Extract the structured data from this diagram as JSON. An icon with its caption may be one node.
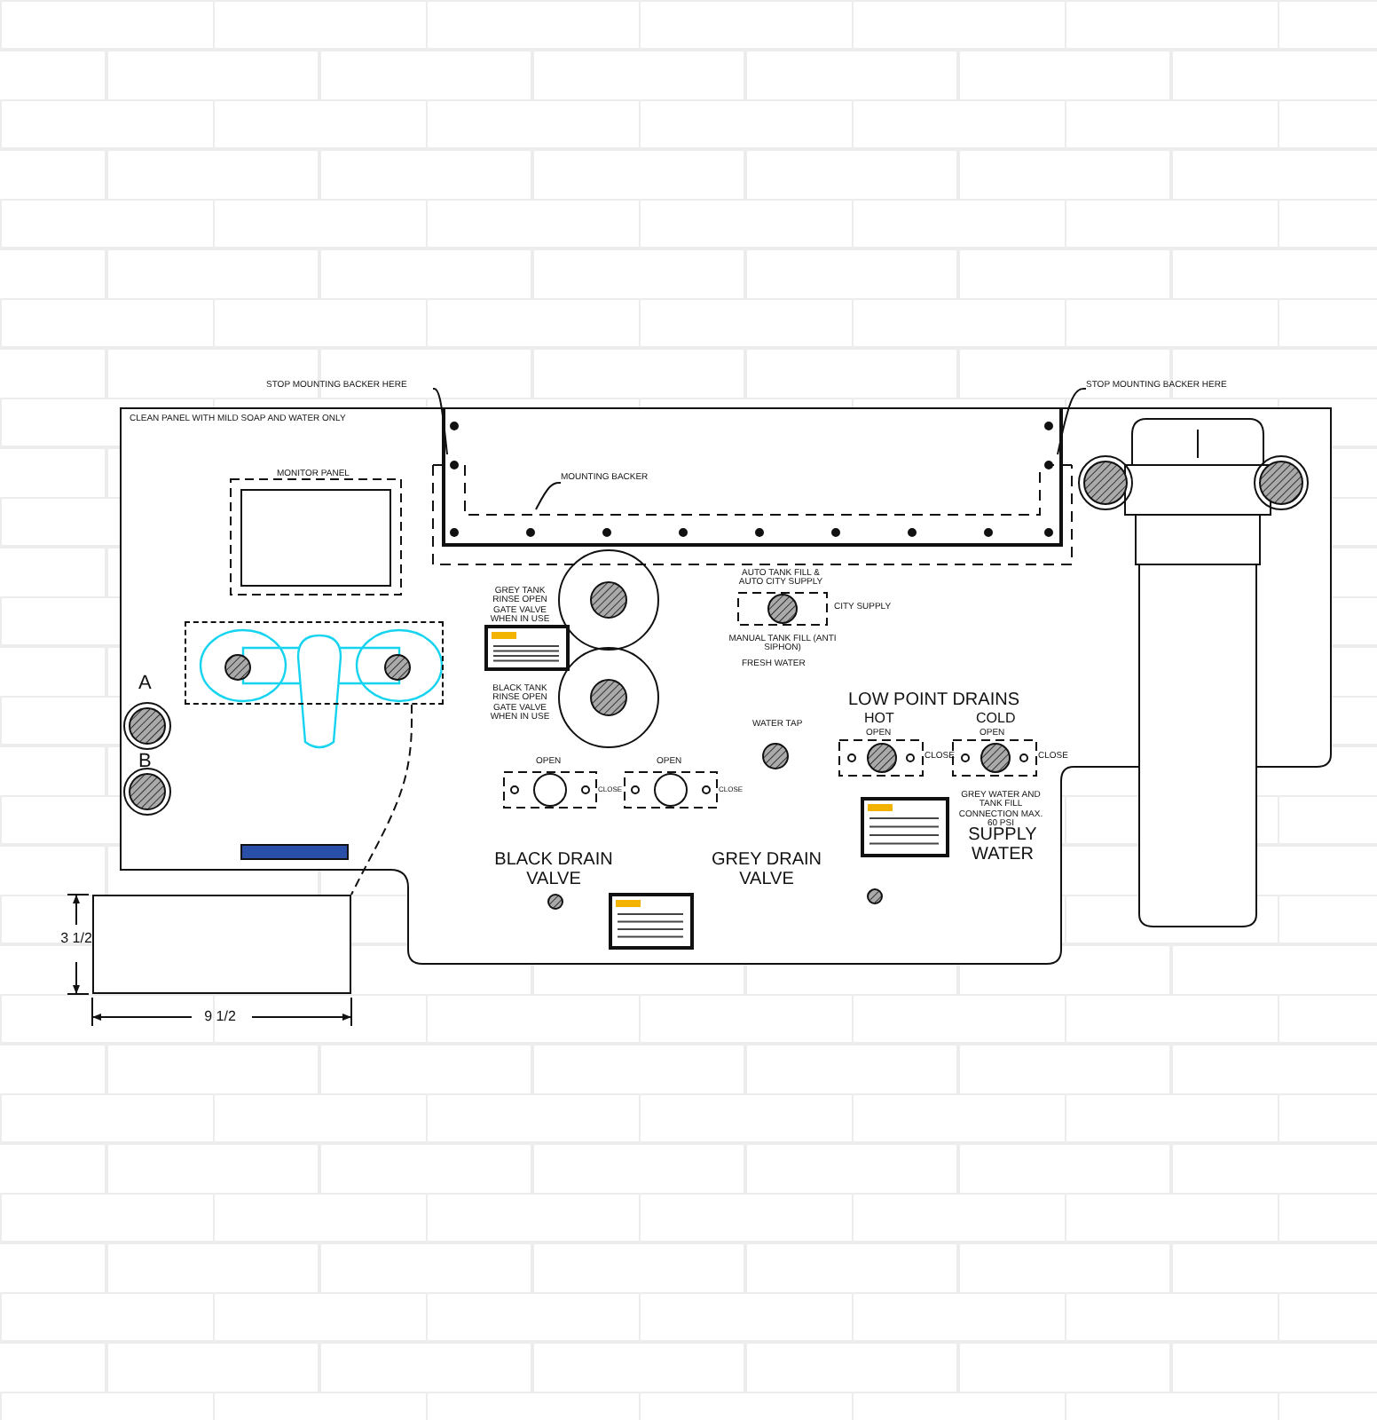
{
  "diagram": {
    "nodes": [
      {
        "text": [
          "STOP MOUNTING BACKER HERE"
        ]
      },
      {
        "text": [
          "STOP MOUNTING BACKER HERE"
        ]
      },
      {
        "text": [
          "MOUNTING BACKER"
        ]
      },
      {
        "text": [],
        "shape": "box"
      },
      {
        "text": [],
        "shape": "box"
      }
    ],
    "edges": [
      {
        "from": 0,
        "to": null,
        "arrow": "none"
      },
      {
        "from": 1,
        "to": null,
        "arrow": "none"
      },
      {
        "from": 2,
        "to": null,
        "arrow": "none"
      },
      {
        "from": 3,
        "to": 4,
        "arrow": "none",
        "style": "dashed"
      }
    ],
    "labels": [
      "CLEAN PANEL WITH MILD SOAP AND WATER ONLY",
      "MONITOR PANEL",
      "A",
      "B",
      "GREY TANK RINSE OPEN GATE VALVE WHEN IN USE",
      "BLACK TANK RINSE OPEN GATE VALVE WHEN IN USE",
      "AUTO TANK FILL & AUTO CITY SUPPLY",
      "CITY SUPPLY",
      "MANUAL TANK FILL (ANTI SIPHON)",
      "FRESH WATER",
      "WATER TAP",
      "LOW POINT DRAINS",
      "HOT",
      "COLD",
      "OPEN",
      "OPEN",
      "CLOSE",
      "CLOSE",
      "OPEN",
      "OPEN",
      "CLOSE",
      "CLOSE",
      "GREY WATER AND TANK FILL CONNECTION MAX. 60 PSI",
      "SUPPLY WATER",
      "BLACK DRAIN VALVE",
      "GREY DRAIN VALVE",
      "3 1/2",
      "9 1/2"
    ]
  }
}
